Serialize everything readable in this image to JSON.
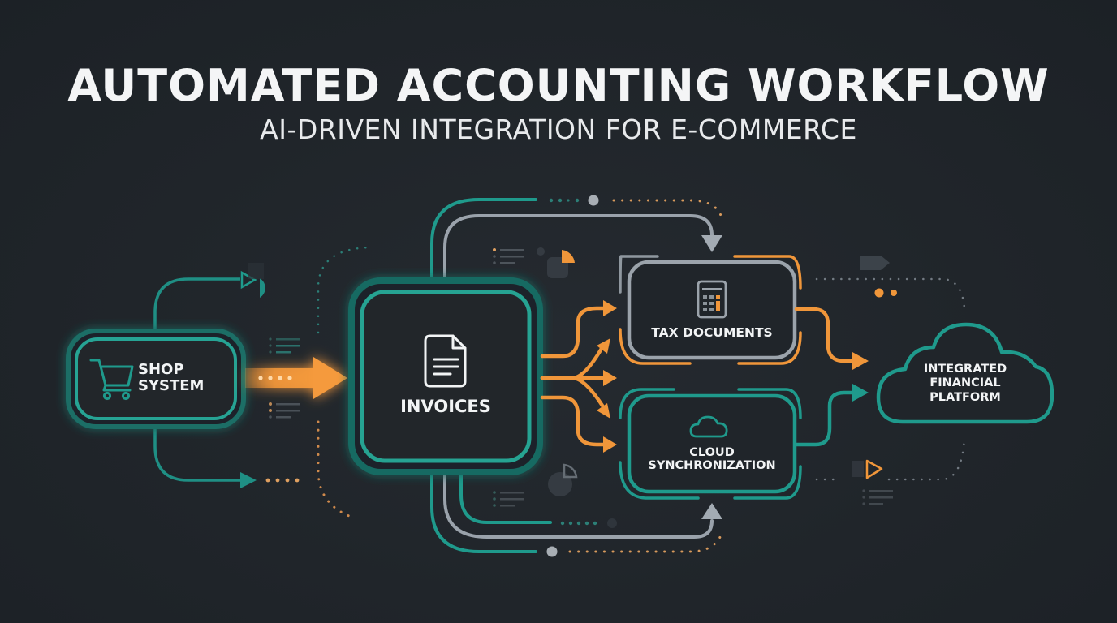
{
  "header": {
    "title": "AUTOMATED ACCOUNTING WORKFLOW",
    "subtitle": "AI-DRIVEN INTEGRATION FOR E-COMMERCE"
  },
  "nodes": {
    "shop": {
      "line1": "SHOP",
      "line2": "SYSTEM",
      "icon": "shopping-cart-icon"
    },
    "invoices": {
      "label": "INVOICES",
      "icon": "document-icon"
    },
    "tax": {
      "label": "TAX DOCUMENTS",
      "icon": "calculator-icon"
    },
    "cloud_sync": {
      "line1": "CLOUD",
      "line2": "SYNCHRONIZATION",
      "icon": "cloud-icon"
    },
    "platform": {
      "line1": "INTEGRATED",
      "line2": "FINANCIAL",
      "line3": "PLATFORM",
      "icon": "cloud-shape"
    }
  },
  "colors": {
    "background": "#20252a",
    "teal": "#1f9a8c",
    "orange": "#f0963a",
    "gray": "#9aa2ab",
    "text": "#f2f4f5"
  }
}
